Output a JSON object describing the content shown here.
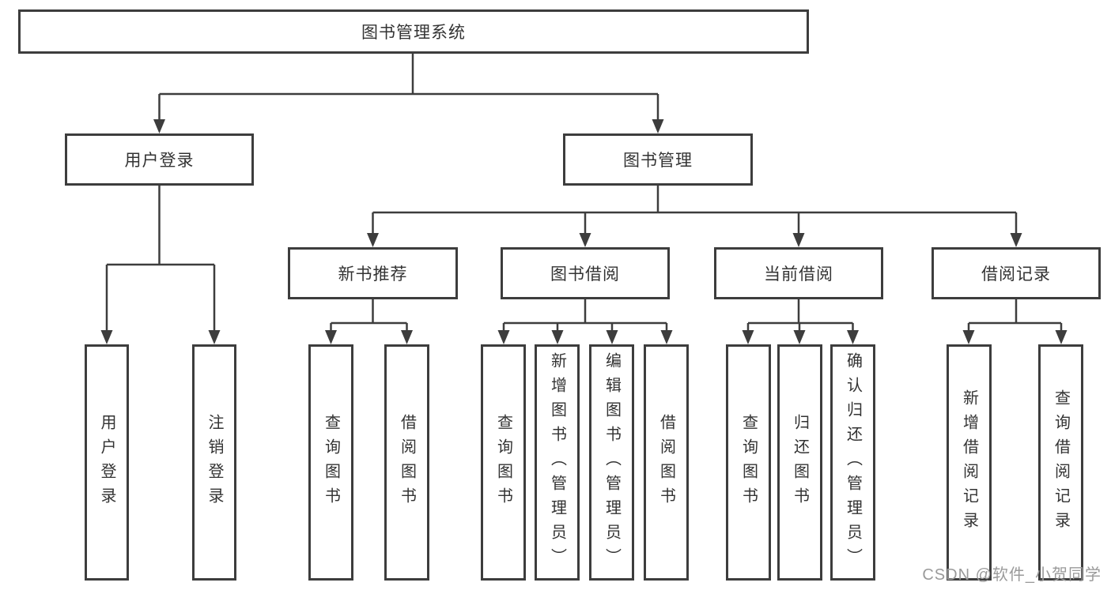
{
  "diagram": {
    "type": "tree-function-structure",
    "colors": {
      "line": "#3d3d3d",
      "border": "#3d3d3d",
      "text": "#333333",
      "watermark": "#9a9a9a",
      "background": "#ffffff"
    },
    "tree": {
      "label": "图书管理系统",
      "children": [
        {
          "label": "用户登录",
          "children": [
            {
              "label": "用户登录"
            },
            {
              "label": "注销登录"
            }
          ]
        },
        {
          "label": "图书管理",
          "children": [
            {
              "label": "新书推荐",
              "children": [
                {
                  "label": "查询图书"
                },
                {
                  "label": "借阅图书"
                }
              ]
            },
            {
              "label": "图书借阅",
              "children": [
                {
                  "label": "查询图书"
                },
                {
                  "label": "新增图书（管理员）"
                },
                {
                  "label": "编辑图书（管理员）"
                },
                {
                  "label": "借阅图书"
                }
              ]
            },
            {
              "label": "当前借阅",
              "children": [
                {
                  "label": "查询图书"
                },
                {
                  "label": "归还图书"
                },
                {
                  "label": "确认归还（管理员）"
                }
              ]
            },
            {
              "label": "借阅记录",
              "children": [
                {
                  "label": "新增借阅记录"
                },
                {
                  "label": "查询借阅记录"
                }
              ]
            }
          ]
        }
      ]
    }
  },
  "watermark": {
    "text": "CSDN @软件_小贺同学"
  }
}
